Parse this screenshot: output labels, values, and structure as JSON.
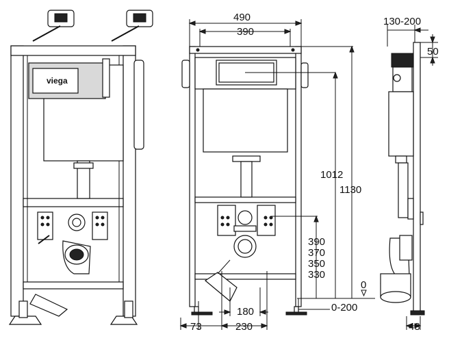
{
  "brand": {
    "logo_text": "viega"
  },
  "front_view": {
    "width_outer": "490",
    "width_inner": "390"
  },
  "side_view": {
    "depth_range": "130-200",
    "top_offset": "50",
    "bottom_depth": "48"
  },
  "heights": {
    "button_height": "1012",
    "total_height": "1130",
    "drain_heights": [
      "390",
      "370",
      "350",
      "330"
    ],
    "floor_mark": "0",
    "floor_range": "0-200"
  },
  "bottom_dims": {
    "side_offset": "73",
    "drain_spacing_inner": "180",
    "drain_spacing_outer": "230"
  }
}
